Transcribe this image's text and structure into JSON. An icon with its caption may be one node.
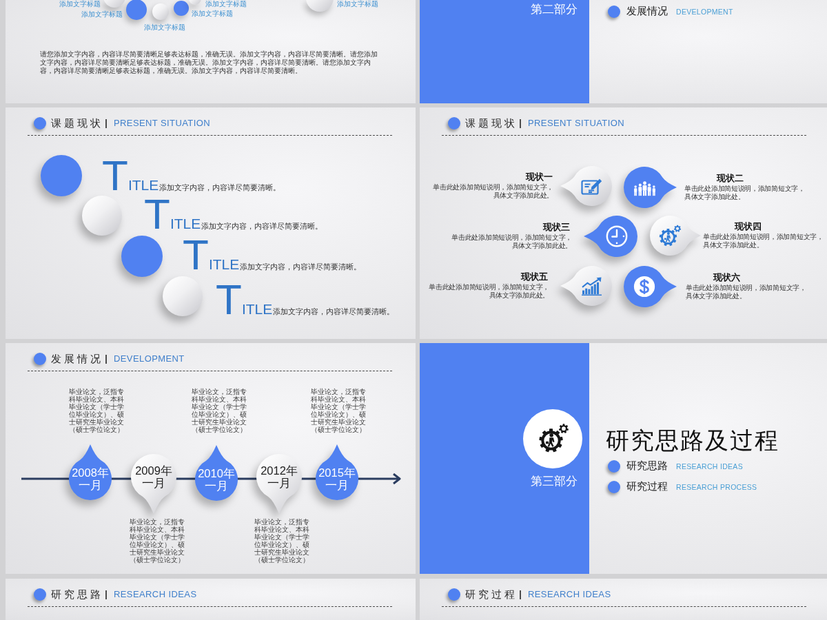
{
  "diagram": {
    "nodes": [
      {
        "text": [
          "添加文字标题",
          "添加文字标题",
          "添加文字标题",
          "添加文字标题",
          "添加文字标题",
          "添加文字标题",
          "请您添加文字内容，内容详尽简要清晰足够表达标题，准确无误。添加文字内容，内容详尽简要清晰。请您添加文字内容，内容详尽简要清晰足够表达标题，准确无误。添加文字内容，内容详尽简要清晰。请您添加文字内容，内容详尽简要清晰足够表达标题，准确无误。添加文字内容，内容详尽简要清晰。"
        ]
      },
      {
        "text": [
          "发展情况",
          "DEVELOPMENT"
        ]
      },
      {
        "text": [
          "第二部分"
        ],
        "in": 1
      },
      {
        "text": [
          "课题现状",
          "PRESENT SITUATION"
        ]
      },
      {
        "text": [],
        "shape": "circle",
        "in": 3,
        "beside": [
          "TITLE",
          "添加文字内容，内容详尽简要清晰。"
        ]
      },
      {
        "text": [],
        "shape": "circle",
        "in": 3,
        "beside": [
          "TITLE",
          "添加文字内容，内容详尽简要清晰。"
        ]
      },
      {
        "text": [],
        "shape": "circle",
        "in": 3,
        "beside": [
          "TITLE",
          "添加文字内容，内容详尽简要清晰。"
        ]
      },
      {
        "text": [],
        "shape": "circle",
        "in": 3,
        "beside": [
          "TITLE",
          "添加文字内容，内容详尽简要清晰。"
        ]
      },
      {
        "text": [
          "课题现状",
          "PRESENT SITUATION"
        ]
      },
      {
        "text": [],
        "shape": "circle",
        "in": 8,
        "beside": [
          "现状一",
          "单击此处添加简短说明，添加简短文字，具体文字添加此处。"
        ]
      },
      {
        "text": [],
        "shape": "circle",
        "in": 8,
        "beside": [
          "现状二",
          "单击此处添加简短说明，添加简短文字，具体文字添加此处。"
        ]
      },
      {
        "text": [],
        "shape": "circle",
        "in": 8,
        "beside": [
          "现状三",
          "单击此处添加简短说明，添加简短文字，具体文字添加此处。"
        ]
      },
      {
        "text": [],
        "shape": "circle",
        "in": 8,
        "beside": [
          "现状四",
          "单击此处添加简短说明，添加简短文字，具体文字添加此处。"
        ]
      },
      {
        "text": [],
        "shape": "circle",
        "in": 8,
        "beside": [
          "现状五",
          "单击此处添加简短说明，添加简短文字，具体文字添加此处。"
        ]
      },
      {
        "text": [],
        "shape": "circle",
        "in": 8,
        "beside": [
          "现状六",
          "单击此处添加简短说明，添加简短文字，具体文字添加此处。"
        ]
      },
      {
        "text": [
          "发展情况",
          "DEVELOPMENT"
        ]
      },
      {
        "text": [
          "2008年一月"
        ],
        "in": 15,
        "beside": [
          "毕业论文，泛指专科毕业论文、本科毕业论文（学士学位毕业论文）、硕士研究生毕业论文（硕士学位论文）"
        ]
      },
      {
        "text": [
          "2009年一月"
        ],
        "in": 15,
        "beside": [
          "毕业论文，泛指专科毕业论文、本科毕业论文（学士学位毕业论文）、硕士研究生毕业论文（硕士学位论文）"
        ]
      },
      {
        "text": [
          "2010年一月"
        ],
        "in": 15,
        "beside": [
          "毕业论文，泛指专科毕业论文、本科毕业论文（学士学位毕业论文）、硕士研究生毕业论文（硕士学位论文）"
        ]
      },
      {
        "text": [
          "2012年一月"
        ],
        "in": 15,
        "beside": [
          "毕业论文，泛指专科毕业论文、本科毕业论文（学士学位毕业论文）、硕士研究生毕业论文（硕士学位论文）"
        ]
      },
      {
        "text": [
          "2015年一月"
        ],
        "in": 15,
        "beside": [
          "毕业论文，泛指专科毕业论文、本科毕业论文（学士学位毕业论文）、硕士研究生毕业论文（硕士学位论文）"
        ]
      },
      {
        "text": [
          "研究思路及过程",
          "研究思路",
          "RESEARCH IDEAS",
          "研究过程",
          "RESEARCH PROCESS"
        ]
      },
      {
        "text": [
          "第三部分"
        ],
        "in": 21
      },
      {
        "text": [
          "研究思路",
          "RESEARCH IDEAS"
        ]
      },
      {
        "text": [
          "研究过程",
          "RESEARCH IDEAS"
        ]
      }
    ]
  }
}
